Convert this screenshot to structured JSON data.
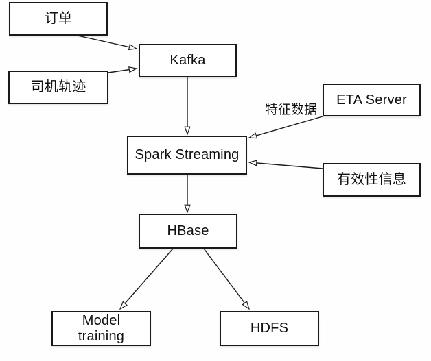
{
  "diagram": {
    "background_color": "#fefefe",
    "node_fill_color": "#ffffff",
    "node_border_color": "#1a1a1a",
    "line_color": "#1c1c1c",
    "text_color": "#101010",
    "nodes": {
      "orders": {
        "label": "订单"
      },
      "driver_track": {
        "label": "司机轨迹"
      },
      "kafka": {
        "label": "Kafka"
      },
      "eta_server": {
        "label": "ETA Server"
      },
      "spark_streaming": {
        "label": "Spark Streaming"
      },
      "validity_info": {
        "label": "有效性信息"
      },
      "hbase": {
        "label": "HBase"
      },
      "model_training": {
        "label": "Model\ntraining"
      },
      "hdfs": {
        "label": "HDFS"
      }
    },
    "edges": [
      {
        "from": "orders",
        "to": "kafka"
      },
      {
        "from": "driver_track",
        "to": "kafka"
      },
      {
        "from": "kafka",
        "to": "spark_streaming"
      },
      {
        "from": "eta_server",
        "to": "spark_streaming",
        "label": "特征数据"
      },
      {
        "from": "validity_info",
        "to": "spark_streaming"
      },
      {
        "from": "spark_streaming",
        "to": "hbase"
      },
      {
        "from": "hbase",
        "to": "model_training"
      },
      {
        "from": "hbase",
        "to": "hdfs"
      }
    ]
  }
}
